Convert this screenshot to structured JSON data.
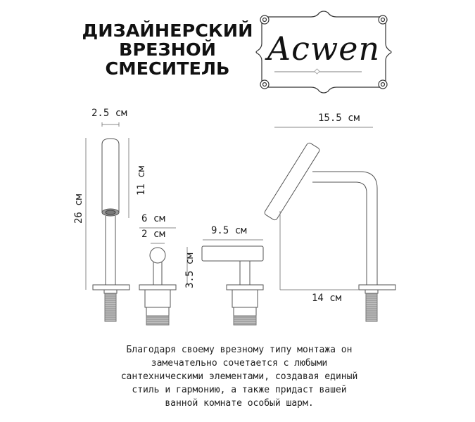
{
  "header": {
    "title_lines": [
      "ДИЗАЙНЕРСКИЙ",
      "ВРЕЗНОЙ",
      "СМЕСИТЕЛЬ"
    ],
    "brand": "Acwen"
  },
  "dimensions": {
    "spout_diameter": "2.5 см",
    "total_height": "26 см",
    "spout_length": "11 см",
    "lever_base_width": "6 см",
    "lever_knob_diameter": "2 см",
    "lever_height": "3.5 см",
    "handle_width": "9.5 см",
    "mixer_reach": "15.5 см",
    "mixer_height": "14 см"
  },
  "description": {
    "lines": [
      "Благодаря своему врезному типу монтажа он",
      "замечательно сочетается с любыми",
      "сантехническими элементами, создавая единый",
      "стиль и гармонию, а также придаст вашей",
      "ванной комнате особый шарм."
    ]
  },
  "colors": {
    "line": "#555555",
    "dim_line": "#888888",
    "thread": "#9a9a9a",
    "text": "#222222"
  }
}
